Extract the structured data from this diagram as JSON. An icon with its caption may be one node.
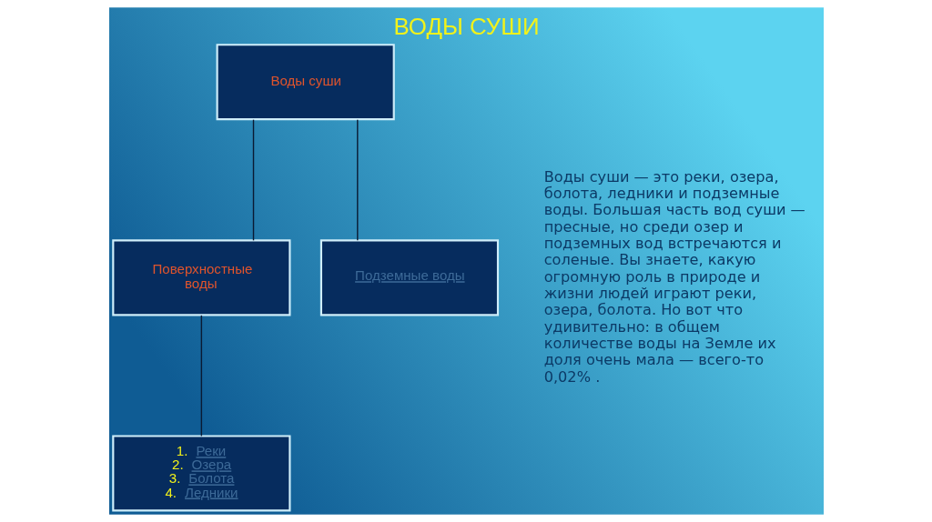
{
  "diagram": {
    "title": "ВОДЫ СУШИ",
    "nodes": [
      {
        "text": [
          "Воды суши"
        ]
      },
      {
        "text": [
          "Поверхностные воды"
        ]
      },
      {
        "text": [
          "Подземные воды"
        ]
      },
      {
        "text": [
          "1. Реки",
          "2. Озера",
          "3. Болота",
          "4. Ледники"
        ]
      }
    ],
    "edges": [
      {
        "from": 0,
        "to": 1,
        "arrow": "none"
      },
      {
        "from": 0,
        "to": 2,
        "arrow": "none"
      },
      {
        "from": 1,
        "to": 3,
        "arrow": "none"
      }
    ],
    "labels": [
      "Воды суши — это реки, озера, болота, ледники и подземные воды. Большая часть вод суши — пресные, но среди озер и подземных вод встречаются и соленые. Вы знаете, какую огромную роль в природе и жизни людей играют реки, озера, болота. Но вот что удивительно: в общем количестве воды на Земле их доля очень мала — всего-то 0,02% ."
    ]
  }
}
